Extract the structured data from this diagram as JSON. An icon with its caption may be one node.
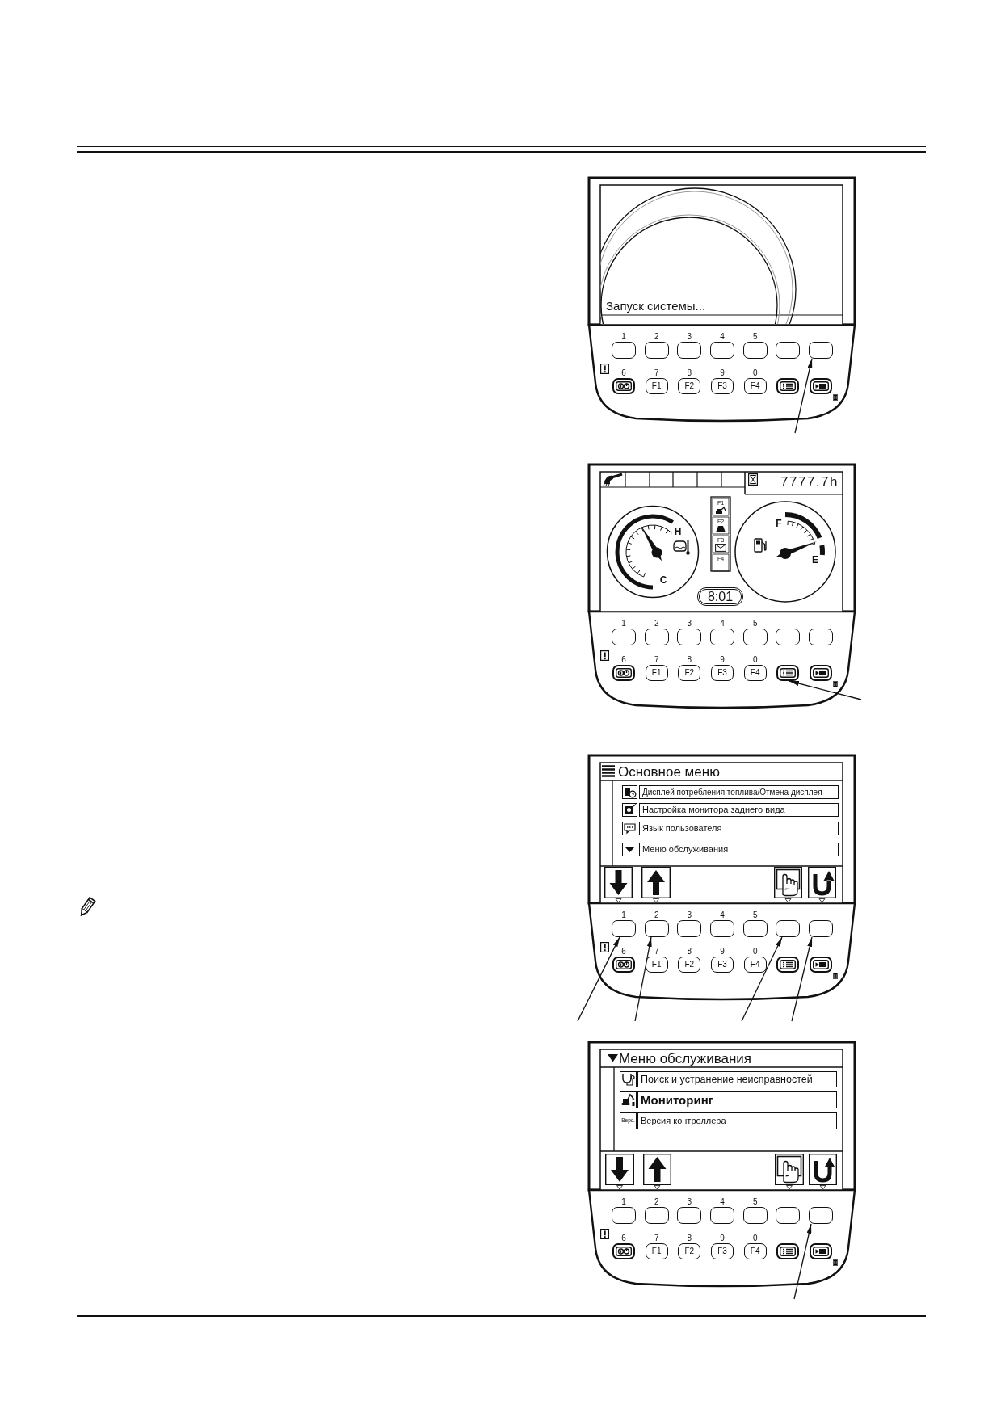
{
  "diagram": {
    "nodes": [
      {
        "text": [],
        "shape": "box"
      },
      {
        "text": [],
        "shape": "box"
      },
      {
        "text": [],
        "shape": "box"
      },
      {
        "text": [],
        "shape": "box"
      },
      {
        "text": [],
        "shape": "box"
      },
      {
        "text": [],
        "shape": "box"
      },
      {
        "text": [],
        "shape": "box"
      }
    ],
    "edges": [
      {
        "from": null,
        "to": 0,
        "arrow": "to"
      },
      {
        "from": null,
        "to": 1,
        "arrow": "to"
      },
      {
        "from": null,
        "to": 2,
        "arrow": "to"
      },
      {
        "from": null,
        "to": 3,
        "arrow": "to"
      },
      {
        "from": null,
        "to": 4,
        "arrow": "to"
      },
      {
        "from": null,
        "to": 5,
        "arrow": "to"
      },
      {
        "from": null,
        "to": 6,
        "arrow": "to"
      }
    ],
    "labels": [
      "Запуск системы...",
      "1",
      "2",
      "3",
      "4",
      "5",
      "6",
      "7",
      "8",
      "9",
      "0",
      "F1",
      "F2",
      "F3",
      "F4",
      "7777.7h",
      "H",
      "C",
      "F1",
      "F2",
      "F3",
      "F4",
      "F",
      "E",
      "8:01",
      "1",
      "2",
      "3",
      "4",
      "5",
      "6",
      "7",
      "8",
      "9",
      "0",
      "F1",
      "F2",
      "F3",
      "F4",
      "Основное меню",
      "Дисплей потребления топлива/Отмена дисплея",
      "Настройка монитора заднего вида",
      "Язык пользователя",
      "Меню обслуживания",
      "1",
      "2",
      "3",
      "4",
      "5",
      "6",
      "7",
      "8",
      "9",
      "0",
      "F1",
      "F2",
      "F3",
      "F4",
      "Меню обслуживания",
      "Поиск и устранение неисправностей",
      "Мониторинг",
      "Верс.",
      "Версия контроллера",
      "1",
      "2",
      "3",
      "4",
      "5",
      "6",
      "7",
      "8",
      "9",
      "0",
      "F1",
      "F2",
      "F3",
      "F4"
    ]
  }
}
